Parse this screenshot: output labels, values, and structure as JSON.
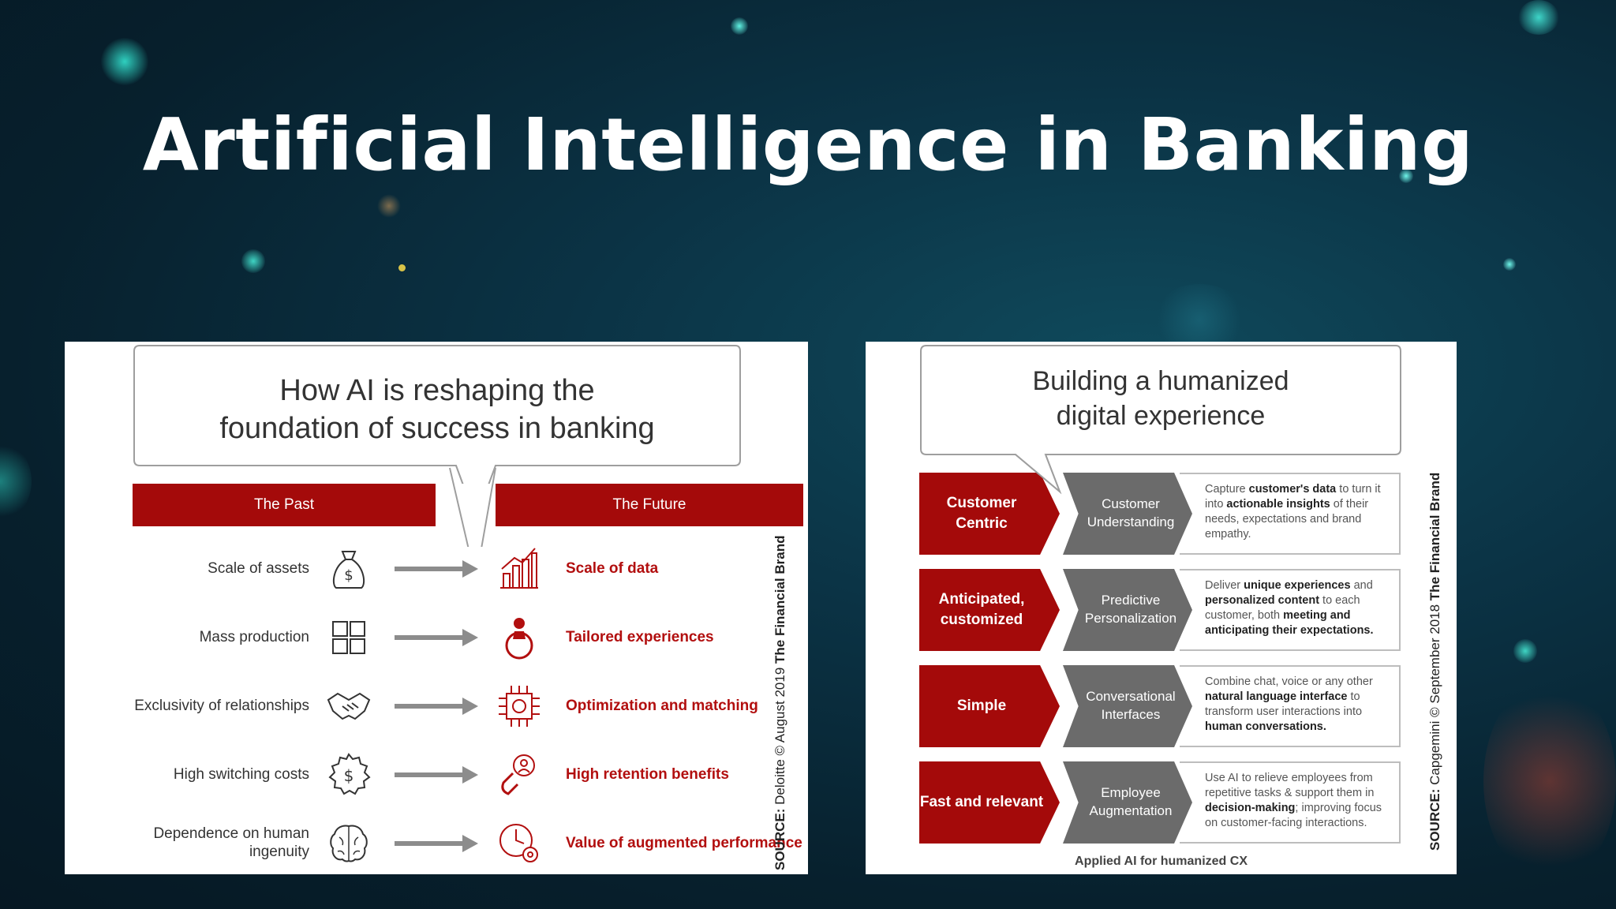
{
  "slide": {
    "title": "Artificial Intelligence in Banking"
  },
  "left_panel": {
    "bubble_line1": "How AI is reshaping the",
    "bubble_line2": "foundation of success in banking",
    "past_header": "The Past",
    "future_header": "The Future",
    "rows": [
      {
        "past": "Scale of assets",
        "past_icon": "money-bag-icon",
        "future": "Scale of data",
        "future_icon": "data-chart-icon"
      },
      {
        "past": "Mass production",
        "past_icon": "grid-icon",
        "future": "Tailored experiences",
        "future_icon": "person-icon"
      },
      {
        "past": "Exclusivity of relationships",
        "past_icon": "handshake-icon",
        "future": "Optimization and matching",
        "future_icon": "chip-gear-icon"
      },
      {
        "past": "High switching costs",
        "past_icon": "dollar-gear-icon",
        "future": "High retention benefits",
        "future_icon": "magnet-person-icon"
      },
      {
        "past": "Dependence on human ingenuity",
        "past_icon": "brain-icon",
        "future": "Value of augmented performance",
        "future_icon": "clock-gear-icon"
      }
    ],
    "source_label": "SOURCE:",
    "source_text": " Deloitte © August 2019 ",
    "source_brand": "The Financial Brand"
  },
  "right_panel": {
    "bubble_line1": "Building a humanized",
    "bubble_line2": "digital experience",
    "rows": [
      {
        "label": "Customer Centric",
        "sub": "Customer Understanding",
        "desc": [
          {
            "t": "Capture ",
            "b": false
          },
          {
            "t": "customer's data",
            "b": true
          },
          {
            "t": " to turn it into ",
            "b": false
          },
          {
            "t": "actionable insights",
            "b": true
          },
          {
            "t": " of their needs, expectations and brand empathy.",
            "b": false
          }
        ]
      },
      {
        "label": "Anticipated, customized",
        "sub": "Predictive Personalization",
        "desc": [
          {
            "t": "Deliver ",
            "b": false
          },
          {
            "t": "unique experiences",
            "b": true
          },
          {
            "t": " and ",
            "b": false
          },
          {
            "t": "personalized content",
            "b": true
          },
          {
            "t": " to each customer, both ",
            "b": false
          },
          {
            "t": "meeting and anticipating their expectations.",
            "b": true
          }
        ]
      },
      {
        "label": "Simple",
        "sub": "Conversational Interfaces",
        "desc": [
          {
            "t": "Combine chat, voice or any other ",
            "b": false
          },
          {
            "t": "natural language interface",
            "b": true
          },
          {
            "t": " to transform user interactions into ",
            "b": false
          },
          {
            "t": "human conversations.",
            "b": true
          }
        ]
      },
      {
        "label": "Fast and relevant",
        "sub": "Employee Augmentation",
        "desc": [
          {
            "t": "Use AI to relieve employees from repetitive tasks & support them in ",
            "b": false
          },
          {
            "t": "decision-making",
            "b": true
          },
          {
            "t": "; improving focus on customer-facing interactions.",
            "b": false
          }
        ]
      }
    ],
    "caption": "Applied AI for humanized CX",
    "source_label": "SOURCE:",
    "source_text": " Capgemini © September 2018 ",
    "source_brand": "The Financial Brand"
  },
  "colors": {
    "brand_red": "#a40a0a",
    "gray_chevron": "#6b6b6b",
    "background_teal": "#0b3345"
  }
}
